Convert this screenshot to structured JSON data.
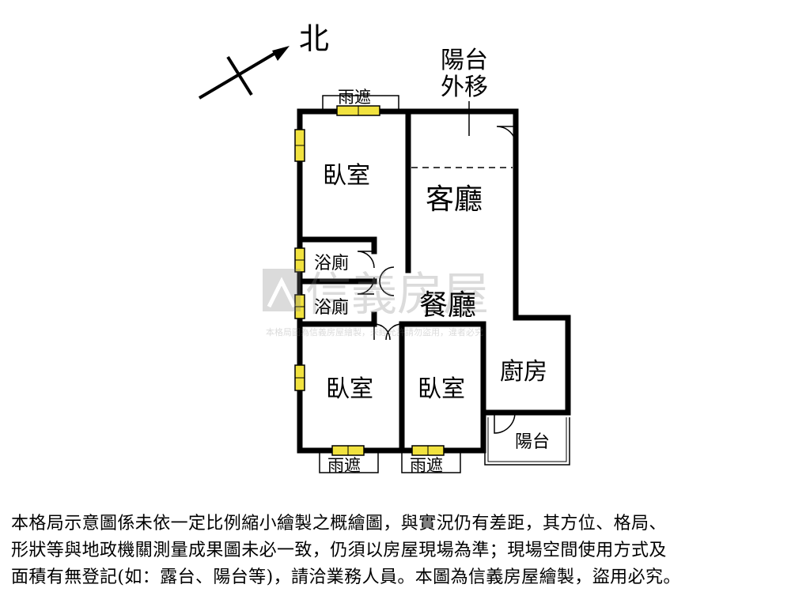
{
  "compass": {
    "north_label": "北"
  },
  "annotation": {
    "line1": "陽台",
    "line2": "外移"
  },
  "rooms": {
    "living_room": "客廳",
    "dining_room": "餐廳",
    "bedroom_nw": "臥室",
    "bedroom_sw": "臥室",
    "bedroom_s": "臥室",
    "bath_upper": "浴廁",
    "bath_lower": "浴廁",
    "kitchen": "廚房",
    "balcony": "陽台"
  },
  "canopies": {
    "top": "雨遮",
    "bottom_left": "雨遮",
    "bottom_mid": "雨遮"
  },
  "watermark": {
    "brand": "信義房屋",
    "notice": "本格局圖為信義房屋繪製，未經允許請勿盜用，違者必究"
  },
  "disclaimer": {
    "line1": "本格局示意圖係未依一定比例縮小繪製之概繪圖，與實況仍有差距，其方位、格局、",
    "line2": "形狀等與地政機關測量成果圖未必一致，仍須以房屋現場為準；現場空間使用方式及",
    "line3": "面積有無登記(如：露台、陽台等)，請洽業務人員。本圖為信義房屋繪製，盜用必究。"
  }
}
